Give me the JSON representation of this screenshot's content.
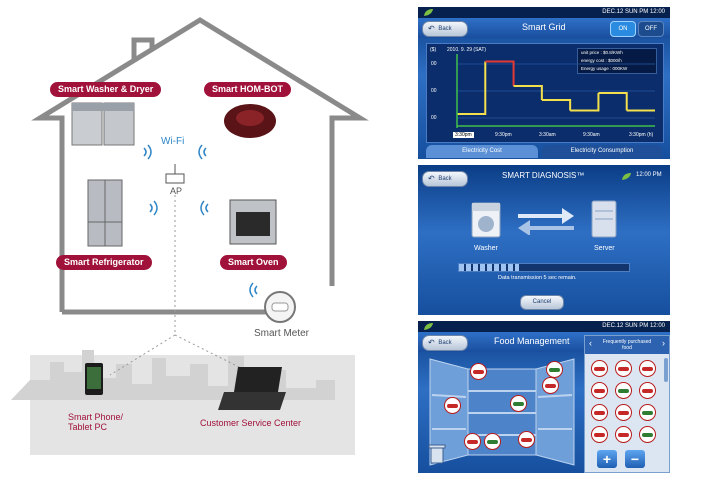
{
  "infographic": {
    "wifi_label": "Wi-Fi",
    "ap_label": "AP",
    "appliances": [
      {
        "label": "Smart Washer & Dryer"
      },
      {
        "label": "Smart HOM-BOT"
      },
      {
        "label": "Smart Refrigerator"
      },
      {
        "label": "Smart Oven"
      }
    ],
    "meter_label": "Smart Meter",
    "phone_label": "Smart Phone/\nTablet PC",
    "service_label": "Customer Service Center",
    "brand_color": "#a0123a"
  },
  "smart_grid": {
    "status_time": "DEC.12 SUN    PM 12:00",
    "back_label": "Back",
    "title": "Smart Grid",
    "on_label": "ON",
    "off_label": "OFF",
    "y_unit": "($)",
    "date_label": "2010. 9. 29 (SAT)",
    "info": {
      "unit_price": "unit price : $0.8/KWh",
      "energy_cost": "energy cost : $000/h",
      "energy_usage": "Energy usage : 000KW"
    },
    "chart_data": {
      "type": "line",
      "x_ticks": [
        "3:30pm",
        "9:30pm",
        "3:30am",
        "9:30am",
        "3:30pm (h)"
      ],
      "y_ticks": [
        "00",
        "00",
        "00"
      ],
      "series": [
        {
          "color": "#f4e04d",
          "values": [
            0.2,
            0.95,
            0.6,
            0.4,
            0.25,
            0.5,
            0.25
          ]
        }
      ]
    },
    "tabs": [
      "Electricity Cost",
      "Electricity Consumption"
    ]
  },
  "smart_diagnosis": {
    "back_label": "Back",
    "title": "SMART DIAGNOSIS™",
    "time": "12:00 PM",
    "washer_label": "Washer",
    "server_label": "Server",
    "progress": 0.35,
    "status_text": "Data transmission 5 sec remain.",
    "cancel_label": "Cancel"
  },
  "food_management": {
    "status_time": "DEC.12 SUN    PM 12:00",
    "back_label": "Back",
    "title": "Food Management",
    "panel_title": "Frequently purchased food",
    "plus_label": "+",
    "minus_label": "−"
  }
}
